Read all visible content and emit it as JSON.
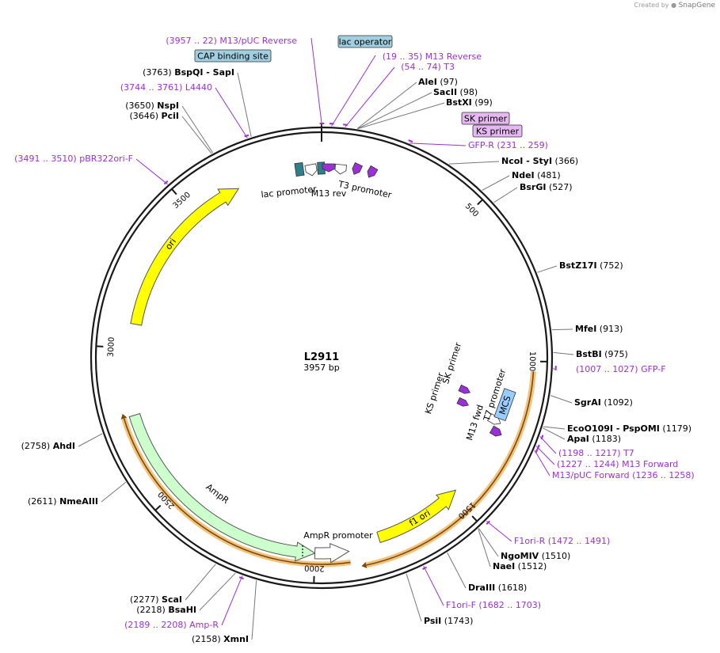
{
  "brand": {
    "created_by": "Created by",
    "name": "SnapGene"
  },
  "plasmid": {
    "name": "L2911",
    "length_label": "3957 bp",
    "total_bp": 3957
  },
  "colors": {
    "backbone": "#1a1a1a",
    "primer": "#9b30d9",
    "feature_yellow": "#ffff00",
    "feature_green": "#ccffcc",
    "promoter_white": "#ffffff",
    "lac_teal": "#2e7f8c",
    "mcs_blue": "#99ccff",
    "highlight_orange": "#f5c27a",
    "tag_blue": "#9fcfe0",
    "tag_purple": "#e6b8f2"
  },
  "ticks": [
    {
      "bp": 500,
      "label": "500"
    },
    {
      "bp": 1000,
      "label": "1000"
    },
    {
      "bp": 1500,
      "label": "1500"
    },
    {
      "bp": 2000,
      "label": "2000"
    },
    {
      "bp": 2500,
      "label": "2500"
    },
    {
      "bp": 3000,
      "label": "3000"
    },
    {
      "bp": 3500,
      "label": "3500"
    }
  ],
  "features": [
    {
      "name": "ori",
      "start": 3080,
      "end": 3670,
      "direction": "cw",
      "color": "#ffff00",
      "label": "ori"
    },
    {
      "name": "AmpR",
      "start": 2000,
      "end": 2780,
      "direction": "ccw",
      "color": "#ccffcc",
      "label": "AmpR"
    },
    {
      "name": "AmpR promoter",
      "start": 1890,
      "end": 2000,
      "direction": "ccw",
      "color": "#ffffff",
      "label": "AmpR promoter"
    },
    {
      "name": "f1 ori",
      "start": 1480,
      "end": 1785,
      "direction": "ccw",
      "color": "#ffff00",
      "label": "f1 ori"
    }
  ],
  "feature_labels": [
    {
      "text": "lac promoter"
    },
    {
      "text": "M13 rev"
    },
    {
      "text": "T3 promoter"
    },
    {
      "text": "SK primer"
    },
    {
      "text": "KS primer"
    },
    {
      "text": "T7 promoter"
    },
    {
      "text": "M13 fwd"
    },
    {
      "text": "MCS"
    }
  ],
  "tags": [
    {
      "text": "lac operator",
      "kind": "blue"
    },
    {
      "text": "CAP binding site",
      "kind": "blue"
    },
    {
      "text": "SK primer",
      "kind": "purple"
    },
    {
      "text": "KS primer",
      "kind": "purple"
    }
  ],
  "site_labels": [
    {
      "pos": "(3957 .. 22)",
      "name": "M13/pUC Reverse",
      "kind": "primer"
    },
    {
      "pos": "(19 .. 35)",
      "name": "M13 Reverse",
      "kind": "primer"
    },
    {
      "pos": "(54 .. 74)",
      "name": "T3",
      "kind": "primer"
    },
    {
      "pos": "(97)",
      "name": "AleI",
      "kind": "enzyme"
    },
    {
      "pos": "(98)",
      "name": "SacII",
      "kind": "enzyme"
    },
    {
      "pos": "(99)",
      "name": "BstXI",
      "kind": "enzyme"
    },
    {
      "pos": "(231 .. 259)",
      "name": "GFP-R",
      "kind": "primer"
    },
    {
      "pos": "(366)",
      "name": "NcoI  -  StyI",
      "kind": "enzyme"
    },
    {
      "pos": "(481)",
      "name": "NdeI",
      "kind": "enzyme"
    },
    {
      "pos": "(527)",
      "name": "BsrGI",
      "kind": "enzyme"
    },
    {
      "pos": "(752)",
      "name": "BstZ17I",
      "kind": "enzyme"
    },
    {
      "pos": "(913)",
      "name": "MfeI",
      "kind": "enzyme"
    },
    {
      "pos": "(975)",
      "name": "BstBI",
      "kind": "enzyme"
    },
    {
      "pos": "(1007 .. 1027)",
      "name": "GFP-F",
      "kind": "primer"
    },
    {
      "pos": "(1092)",
      "name": "SgrAI",
      "kind": "enzyme"
    },
    {
      "pos": "(1179)",
      "name": "EcoO109I  -  PspOMI",
      "kind": "enzyme"
    },
    {
      "pos": "(1183)",
      "name": "ApaI",
      "kind": "enzyme"
    },
    {
      "pos": "(1198 .. 1217)",
      "name": "T7",
      "kind": "primer"
    },
    {
      "pos": "(1227 .. 1244)",
      "name": "M13 Forward",
      "kind": "primer"
    },
    {
      "pos": "(1236 .. 1258)",
      "name": "M13/pUC Forward",
      "kind": "primer"
    },
    {
      "pos": "(1472 .. 1491)",
      "name": "F1ori-R",
      "kind": "primer"
    },
    {
      "pos": "(1510)",
      "name": "NgoMIV",
      "kind": "enzyme"
    },
    {
      "pos": "(1512)",
      "name": "NaeI",
      "kind": "enzyme"
    },
    {
      "pos": "(1618)",
      "name": "DraIII",
      "kind": "enzyme"
    },
    {
      "pos": "(1682 .. 1703)",
      "name": "F1ori-F",
      "kind": "primer"
    },
    {
      "pos": "(1743)",
      "name": "PsiI",
      "kind": "enzyme"
    },
    {
      "pos": "(3763)",
      "name": "BspQI  -  SapI",
      "kind": "enzyme"
    },
    {
      "pos": "(3744 .. 3761)",
      "name": "L4440",
      "kind": "primer"
    },
    {
      "pos": "(3650)",
      "name": "NspI",
      "kind": "enzyme"
    },
    {
      "pos": "(3646)",
      "name": "PciI",
      "kind": "enzyme"
    },
    {
      "pos": "(3491 .. 3510)",
      "name": "pBR322ori-F",
      "kind": "primer"
    },
    {
      "pos": "(2758)",
      "name": "AhdI",
      "kind": "enzyme"
    },
    {
      "pos": "(2611)",
      "name": "NmeAIII",
      "kind": "enzyme"
    },
    {
      "pos": "(2277)",
      "name": "ScaI",
      "kind": "enzyme"
    },
    {
      "pos": "(2218)",
      "name": "BsaHI",
      "kind": "enzyme"
    },
    {
      "pos": "(2189 .. 2208)",
      "name": "Amp-R",
      "kind": "primer"
    },
    {
      "pos": "(2158)",
      "name": "XmnI",
      "kind": "enzyme"
    }
  ]
}
